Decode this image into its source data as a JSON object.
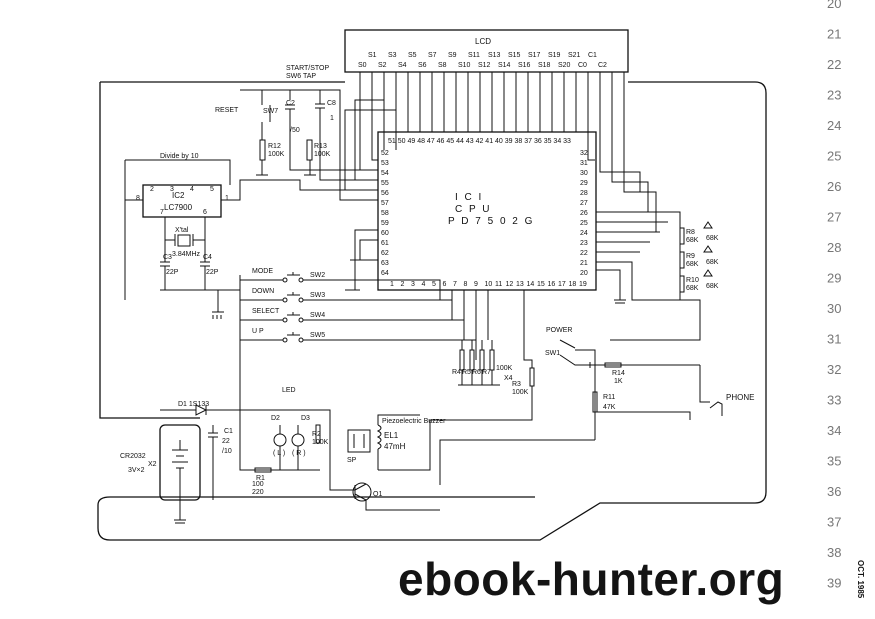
{
  "lcd": {
    "label": "LCD",
    "pins_top": [
      "S1",
      "S3",
      "S5",
      "S7",
      "S9",
      "S11",
      "S13",
      "S15",
      "S17",
      "S19",
      "S21",
      "C1"
    ],
    "pins_bottom": [
      "S0",
      "S2",
      "S4",
      "S6",
      "S8",
      "S10",
      "S12",
      "S14",
      "S16",
      "S18",
      "S20",
      "C0",
      "C2"
    ]
  },
  "cpu": {
    "line1": "I C I",
    "line2": "C P U",
    "line3": "P D 7 5 0 2 G",
    "top_pins": "51 50 49 48 47 46 45 44 43 42 41 40 39 38 37 36 35 34 33",
    "left_pins": [
      "52",
      "53",
      "54",
      "55",
      "56",
      "57",
      "58",
      "59",
      "60",
      "61",
      "62",
      "63",
      "64"
    ],
    "right_pins": [
      "32",
      "31",
      "30",
      "29",
      "28",
      "27",
      "26",
      "25",
      "24",
      "23",
      "22",
      "21",
      "20"
    ],
    "bottom_pins": [
      "1",
      "2",
      "3",
      "4",
      "5",
      "6",
      "7",
      "8",
      "9",
      "10",
      "11",
      "12",
      "13",
      "14",
      "15",
      "16",
      "17",
      "18",
      "19"
    ]
  },
  "ic2": {
    "label": "IC2",
    "part": "LC7900",
    "divide": "Divide by 10",
    "pins": [
      "2",
      "3",
      "4",
      "5",
      "8",
      "1",
      "7",
      "6"
    ]
  },
  "xtal": {
    "label": "X'tal",
    "freq": "3.84MHz"
  },
  "caps": {
    "c3": "C3",
    "c3v": "22P",
    "c4": "C4",
    "c4v": "22P",
    "c2": "C2",
    "c2v": "/50",
    "c8": "C8",
    "c8v": "1",
    "c1": "C1",
    "c1a": "22",
    "c1b": "/10"
  },
  "reset": "RESET",
  "startstop": "START/STOP",
  "sw6tap": "SW6  TAP",
  "sw7": "SW7",
  "r12": "R12",
  "r12v": "100K",
  "r13": "R13",
  "r13v": "100K",
  "switches": [
    {
      "name": "MODE",
      "id": "SW2"
    },
    {
      "name": "DOWN",
      "id": "SW3"
    },
    {
      "name": "SELECT",
      "id": "SW4"
    },
    {
      "name": "U P",
      "id": "SW5"
    }
  ],
  "rarray": {
    "r4": "R4",
    "r5": "R5",
    "r6": "R6",
    "r7": "R7",
    "val": "100K",
    "x4": "X4"
  },
  "r3": {
    "label": "R3",
    "val": "100K"
  },
  "rright": [
    {
      "label": "R8",
      "v1": "68K",
      "v2": "68K"
    },
    {
      "label": "R9",
      "v1": "68K",
      "v2": "68K"
    },
    {
      "label": "R10",
      "v1": "68K",
      "v2": "68K"
    }
  ],
  "power": "POWER",
  "sw1": "SW1",
  "r14": "R14",
  "r14v": "1K",
  "r11": "R11",
  "r11v": "47K",
  "phone": "PHONE",
  "d1": "D1  1S133",
  "led": "LED",
  "d2": "D2",
  "d3": "D3",
  "ledl": "( L )",
  "ledr": "( R )",
  "r2": "R2",
  "r2v": "100K",
  "r1": "R1",
  "r1a": "100",
  "r1b": "220",
  "buzzer": "Piezoelectric Buzzer",
  "el1": "EL1",
  "el1v": "47mH",
  "sp": "SP",
  "q1": "Q1",
  "battery": "CR2032",
  "batx": "X2",
  "batv": "3V×2",
  "side_numbers": [
    "20",
    "21",
    "22",
    "23",
    "24",
    "25",
    "26",
    "27",
    "28",
    "29",
    "30",
    "31",
    "32",
    "33",
    "34",
    "35",
    "36",
    "37",
    "38",
    "39"
  ],
  "date": "OCT. 1985",
  "watermark": "ebook-hunter.org"
}
